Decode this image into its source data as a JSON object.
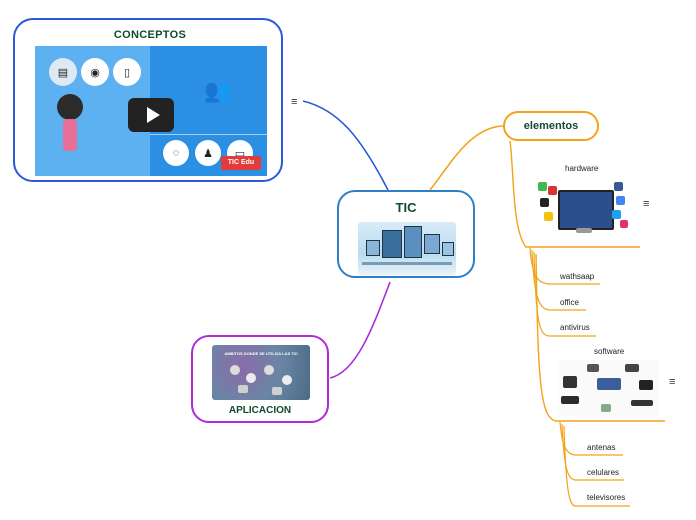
{
  "nodes": {
    "central": {
      "title": "TIC"
    },
    "conceptos": {
      "title": "CONCEPTOS"
    },
    "aplicacion": {
      "title": "APLICACION",
      "image_caption": "AMBITOS DONDE SE UTILIZA LAS TIC"
    },
    "elementos": {
      "title": "elementos"
    },
    "hardware": {
      "title": "hardware"
    },
    "software": {
      "title": "software"
    },
    "hardware_children": [
      "wathsaap",
      "office",
      "antivirus"
    ],
    "software_children": [
      "antenas",
      "celulares",
      "televisores"
    ]
  },
  "colors": {
    "conceptos_branch": "#2a5ad8",
    "aplicacion_branch": "#b02bd8",
    "elementos_branch": "#f2a31a",
    "central_border": "#2f7fc6",
    "title_text": "#114a2c"
  },
  "icons": {
    "menu": "≡",
    "video_badge": "TIC Edu"
  }
}
